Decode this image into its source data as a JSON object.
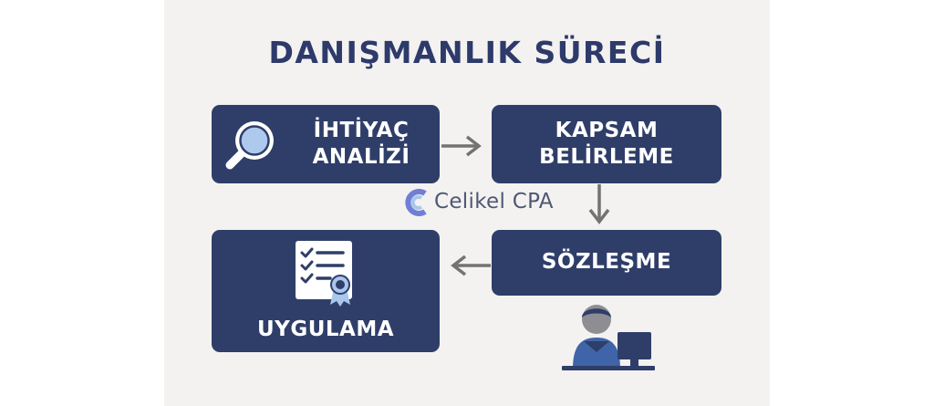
{
  "title": "DANIŞMANLIK SÜRECİ",
  "steps": [
    {
      "line1": "İHTİYAÇ",
      "line2": "ANALİZİ"
    },
    {
      "line1": "KAPSAM",
      "line2": "BELİRLEME"
    },
    {
      "line1": "SÖZLEŞME"
    },
    {
      "line1": "UYGULAMA"
    }
  ],
  "watermark": "Celikel CPA",
  "colors": {
    "box": "#2f3e69",
    "title": "#2d3a6a",
    "arrow": "#737373",
    "icon_light": "#a9c6ec",
    "background": "#f3f2f0"
  }
}
